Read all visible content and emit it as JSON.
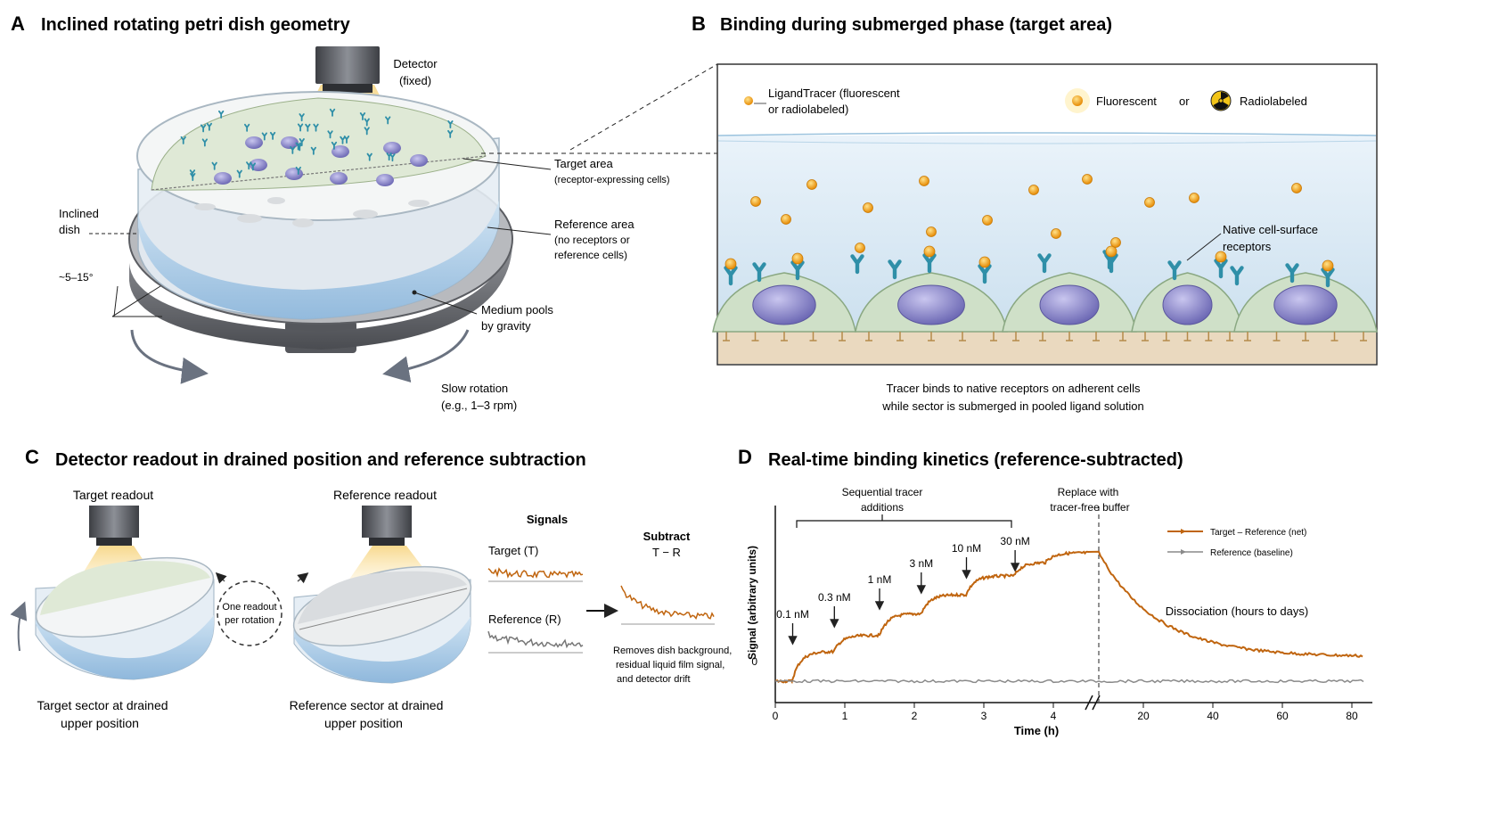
{
  "panelA": {
    "letter": "A",
    "title": "Inclined rotating petri dish geometry",
    "detector": [
      "Detector",
      "(fixed)"
    ],
    "target_area": "Target area",
    "target_sub": "(receptor-expressing cells)",
    "reference_area": [
      "Reference area",
      "(no receptors or",
      "reference cells)"
    ],
    "inclined_dish": [
      "Inclined",
      "dish"
    ],
    "angle": "~5–15°",
    "medium": [
      "Medium pools",
      "by gravity"
    ],
    "rotation": [
      "Slow rotation",
      "(e.g., 1–3 rpm)"
    ]
  },
  "panelB": {
    "letter": "B",
    "title": "Binding during submerged phase (target area)",
    "ligand": [
      "LigandTracer (fluorescent",
      "or radiolabeled)"
    ],
    "fluorescent": "Fluorescent",
    "or": "or",
    "radiolabeled": "Radiolabeled",
    "receptors": [
      "Native cell-surface",
      "receptors"
    ],
    "caption": [
      "Tracer binds to native receptors on adherent cells",
      "while sector is submerged in pooled ligand solution"
    ]
  },
  "panelC": {
    "letter": "C",
    "title": "Detector readout in drained position and reference subtraction",
    "target_readout": "Target readout",
    "reference_readout": "Reference readout",
    "one_readout": [
      "One readout",
      "per rotation"
    ],
    "target_sector": [
      "Target sector at drained",
      "upper position"
    ],
    "reference_sector": [
      "Reference sector at drained",
      "upper position"
    ],
    "signals": "Signals",
    "target_T": "Target  (T)",
    "reference_R": "Reference  (R)",
    "subtract": [
      "Subtract",
      "T − R"
    ],
    "removes": [
      "Removes dish background,",
      "residual liquid film signal,",
      "and detector drift"
    ]
  },
  "panelD": {
    "letter": "D",
    "title": "Real-time binding kinetics (reference-subtracted)",
    "sequential": [
      "Sequential tracer",
      "additions"
    ],
    "replace": [
      "Replace with",
      "tracer-free buffer"
    ],
    "dissociation": "Dissociation (hours to days)"
  },
  "colors": {
    "target": "#c0650f",
    "reference": "#8a8a8a",
    "liquid": "#cfe3f1",
    "receptor": "#2f8fa8",
    "tracer": "#f0a020"
  },
  "chart_data": {
    "type": "line",
    "xlabel": "Time (h)",
    "ylabel": "Signal (arbitrary units)",
    "x_ticks_left": [
      "0",
      "1",
      "2",
      "3",
      "4"
    ],
    "x_ticks_right": [
      "20",
      "40",
      "60",
      "80"
    ],
    "y_ticks": [
      "0"
    ],
    "legend": [
      "Target – Reference (net)",
      "Reference (baseline)"
    ],
    "legend_position": "top-right",
    "additions": [
      {
        "label": "0.1 nM",
        "t": 0.25
      },
      {
        "label": "0.3 nM",
        "t": 0.85
      },
      {
        "label": "1 nM",
        "t": 1.5
      },
      {
        "label": "3 nM",
        "t": 2.1
      },
      {
        "label": "10 nM",
        "t": 2.75
      },
      {
        "label": "30 nM",
        "t": 3.45
      }
    ],
    "plateaus": [
      0,
      0.22,
      0.34,
      0.5,
      0.64,
      0.78,
      0.88,
      0.95
    ],
    "buffer_change_time": "after 4.5 h (axis break)",
    "dissociation_end": 0.18
  }
}
